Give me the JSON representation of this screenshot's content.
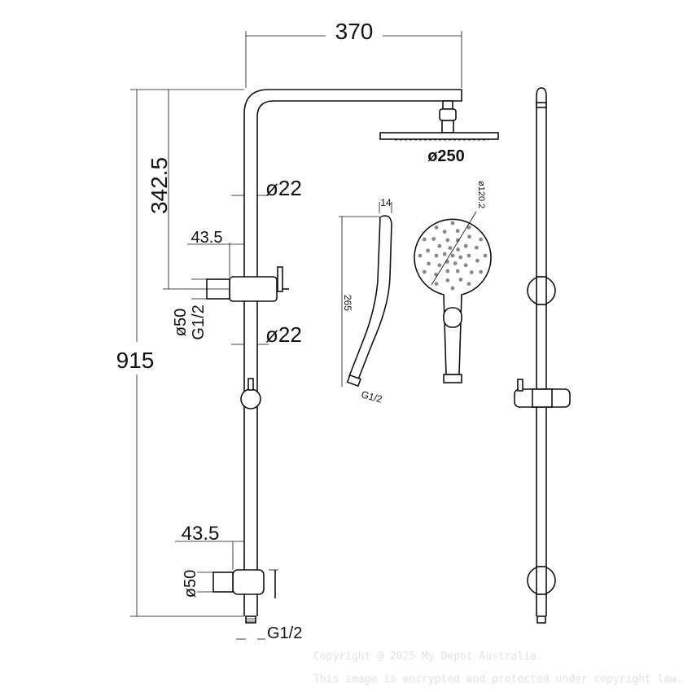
{
  "drawing": {
    "arm_length": "370",
    "arm_height": "342.5",
    "total_height": "915",
    "pipe_diameter_upper": "ø22",
    "pipe_diameter_lower": "ø22",
    "bracket_offset_upper": "43.5",
    "bracket_offset_lower": "43.5",
    "bracket_diameter_upper": "ø50",
    "bracket_thread_upper": "G1/2",
    "bracket_diameter_lower": "ø50",
    "inlet_thread": "G1/2",
    "rain_head_diameter": "ø250",
    "hand_shower_thickness": "14",
    "hand_shower_length": "265",
    "hand_shower_thread": "G1/2",
    "hand_shower_face_diameter": "ø120.2"
  },
  "watermark": {
    "line1": "Copyright @ 2025 My Depot Australia.",
    "line2": "This image is encrypted and protected under copyright law."
  }
}
